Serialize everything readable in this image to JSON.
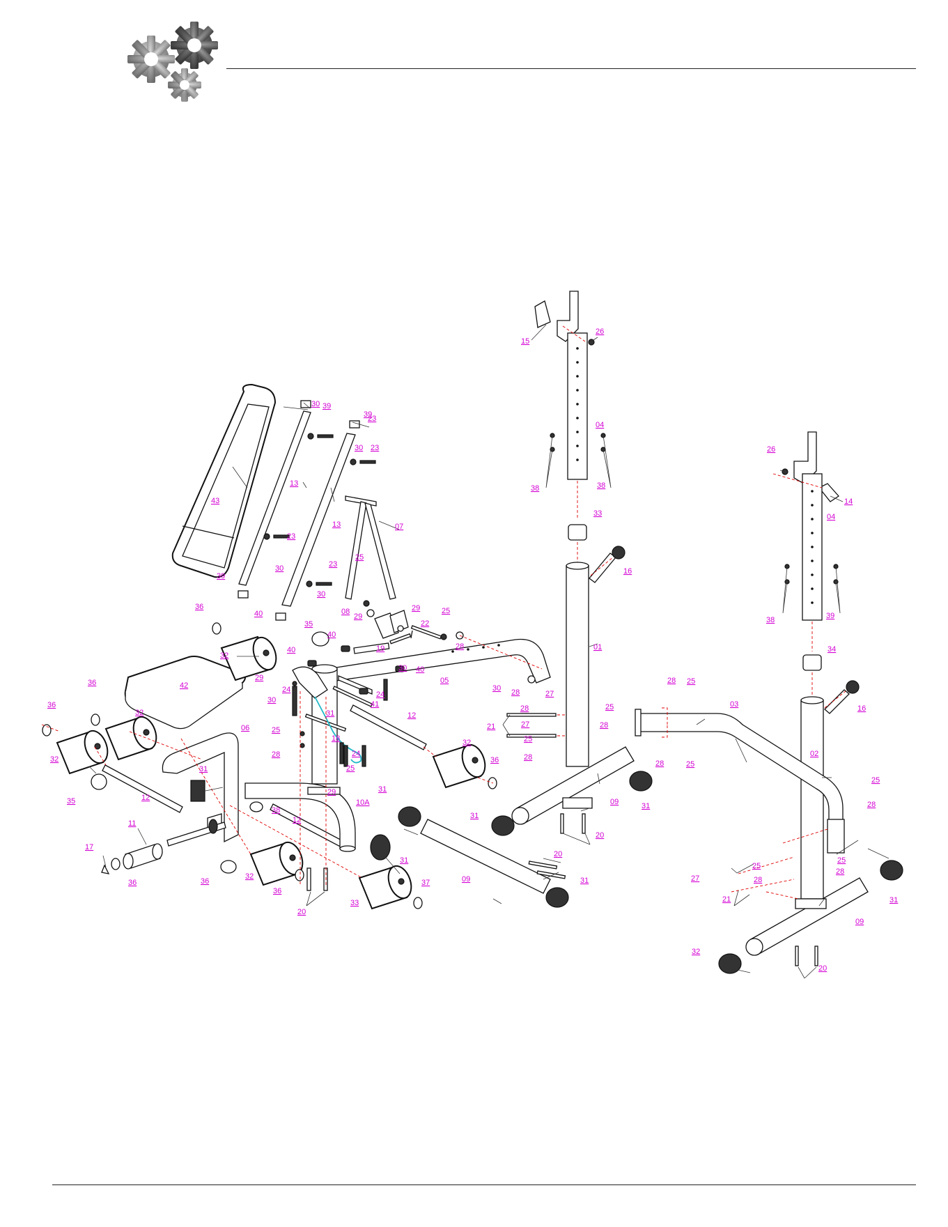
{
  "diagram": {
    "labels": [
      {
        "id": "l01",
        "text": "01"
      },
      {
        "id": "l02",
        "text": "02"
      },
      {
        "id": "l03",
        "text": "03"
      },
      {
        "id": "l04a",
        "text": "04"
      },
      {
        "id": "l04b",
        "text": "04"
      },
      {
        "id": "l05",
        "text": "05"
      },
      {
        "id": "l06",
        "text": "06"
      },
      {
        "id": "l07",
        "text": "07"
      },
      {
        "id": "l08",
        "text": "08"
      },
      {
        "id": "l09a",
        "text": "09"
      },
      {
        "id": "l09b",
        "text": "09"
      },
      {
        "id": "l09c",
        "text": "09"
      },
      {
        "id": "l10a",
        "text": "10A"
      },
      {
        "id": "l11",
        "text": "11"
      },
      {
        "id": "l12a",
        "text": "12"
      },
      {
        "id": "l12b",
        "text": "12"
      },
      {
        "id": "l12c",
        "text": "12"
      },
      {
        "id": "l13a",
        "text": "13"
      },
      {
        "id": "l13b",
        "text": "13"
      },
      {
        "id": "l14",
        "text": "14"
      },
      {
        "id": "l15",
        "text": "15"
      },
      {
        "id": "l16a",
        "text": "16"
      },
      {
        "id": "l16b",
        "text": "16"
      },
      {
        "id": "l17",
        "text": "17"
      },
      {
        "id": "l18",
        "text": "18"
      },
      {
        "id": "l19",
        "text": "19"
      },
      {
        "id": "l20a",
        "text": "20"
      },
      {
        "id": "l20b",
        "text": "20"
      },
      {
        "id": "l20c",
        "text": "20"
      },
      {
        "id": "l20d",
        "text": "20"
      },
      {
        "id": "l21a",
        "text": "21"
      },
      {
        "id": "l21b",
        "text": "21"
      },
      {
        "id": "l22",
        "text": "22"
      },
      {
        "id": "l23a",
        "text": "23"
      },
      {
        "id": "l23b",
        "text": "23"
      },
      {
        "id": "l23c",
        "text": "23"
      },
      {
        "id": "l23d",
        "text": "23"
      },
      {
        "id": "l24a",
        "text": "24"
      },
      {
        "id": "l24b",
        "text": "24"
      },
      {
        "id": "l24c",
        "text": "24"
      },
      {
        "id": "l25a",
        "text": "25"
      },
      {
        "id": "l25b",
        "text": "25"
      },
      {
        "id": "l25c",
        "text": "25"
      },
      {
        "id": "l25d",
        "text": "25"
      },
      {
        "id": "l25e",
        "text": "25"
      },
      {
        "id": "l25f",
        "text": "25"
      },
      {
        "id": "l25g",
        "text": "25"
      },
      {
        "id": "l25h",
        "text": "25"
      },
      {
        "id": "l25i",
        "text": "25"
      },
      {
        "id": "l25j",
        "text": "25"
      },
      {
        "id": "l25k",
        "text": "25"
      },
      {
        "id": "l26a",
        "text": "26"
      },
      {
        "id": "l26b",
        "text": "26"
      },
      {
        "id": "l27a",
        "text": "27"
      },
      {
        "id": "l27b",
        "text": "27"
      },
      {
        "id": "l27c",
        "text": "27"
      },
      {
        "id": "l28a",
        "text": "28"
      },
      {
        "id": "l28b",
        "text": "28"
      },
      {
        "id": "l28c",
        "text": "28"
      },
      {
        "id": "l28d",
        "text": "28"
      },
      {
        "id": "l28e",
        "text": "28"
      },
      {
        "id": "l28f",
        "text": "28"
      },
      {
        "id": "l28g",
        "text": "28"
      },
      {
        "id": "l28h",
        "text": "28"
      },
      {
        "id": "l28i",
        "text": "28"
      },
      {
        "id": "l28j",
        "text": "28"
      },
      {
        "id": "l28k",
        "text": "28"
      },
      {
        "id": "l29a",
        "text": "29"
      },
      {
        "id": "l29b",
        "text": "29"
      },
      {
        "id": "l29c",
        "text": "29"
      },
      {
        "id": "l29d",
        "text": "29"
      },
      {
        "id": "l30a",
        "text": "30"
      },
      {
        "id": "l30b",
        "text": "30"
      },
      {
        "id": "l30c",
        "text": "30"
      },
      {
        "id": "l30d",
        "text": "30"
      },
      {
        "id": "l30e",
        "text": "30"
      },
      {
        "id": "l30f",
        "text": "30"
      },
      {
        "id": "l30g",
        "text": "30"
      },
      {
        "id": "l31a",
        "text": "31"
      },
      {
        "id": "l31b",
        "text": "31"
      },
      {
        "id": "l31c",
        "text": "31"
      },
      {
        "id": "l31d",
        "text": "31"
      },
      {
        "id": "l31e",
        "text": "31"
      },
      {
        "id": "l31f",
        "text": "31"
      },
      {
        "id": "l31g",
        "text": "31"
      },
      {
        "id": "l31h",
        "text": "31"
      },
      {
        "id": "l32a",
        "text": "32"
      },
      {
        "id": "l32b",
        "text": "32"
      },
      {
        "id": "l32c",
        "text": "32"
      },
      {
        "id": "l32d",
        "text": "32"
      },
      {
        "id": "l32e",
        "text": "32"
      },
      {
        "id": "l32f",
        "text": "32"
      },
      {
        "id": "l33a",
        "text": "33"
      },
      {
        "id": "l33b",
        "text": "33"
      },
      {
        "id": "l34",
        "text": "34"
      },
      {
        "id": "l35a",
        "text": "35"
      },
      {
        "id": "l35b",
        "text": "35"
      },
      {
        "id": "l36a",
        "text": "36"
      },
      {
        "id": "l36b",
        "text": "36"
      },
      {
        "id": "l36c",
        "text": "36"
      },
      {
        "id": "l36d",
        "text": "36"
      },
      {
        "id": "l36e",
        "text": "36"
      },
      {
        "id": "l36f",
        "text": "36"
      },
      {
        "id": "l36g",
        "text": "36"
      },
      {
        "id": "l37",
        "text": "37"
      },
      {
        "id": "l38a",
        "text": "38"
      },
      {
        "id": "l38b",
        "text": "38"
      },
      {
        "id": "l38c",
        "text": "38"
      },
      {
        "id": "l38d",
        "text": "38"
      },
      {
        "id": "l39a",
        "text": "39"
      },
      {
        "id": "l39b",
        "text": "39"
      },
      {
        "id": "l39c",
        "text": "39"
      },
      {
        "id": "l39d",
        "text": "39"
      },
      {
        "id": "l40a",
        "text": "40"
      },
      {
        "id": "l40b",
        "text": "40"
      },
      {
        "id": "l40c",
        "text": "40"
      },
      {
        "id": "l40d",
        "text": "40"
      },
      {
        "id": "l41",
        "text": "41"
      },
      {
        "id": "l42",
        "text": "42"
      },
      {
        "id": "l43",
        "text": "43"
      }
    ]
  }
}
